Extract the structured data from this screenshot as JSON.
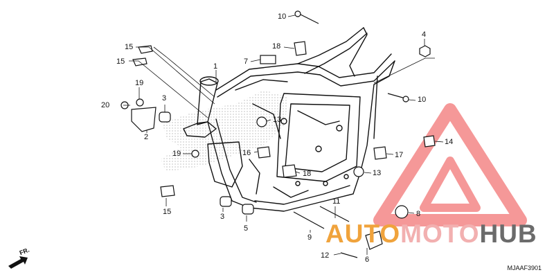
{
  "diagram": {
    "callouts": [
      {
        "id": "c1",
        "text": "1"
      },
      {
        "id": "c2",
        "text": "2"
      },
      {
        "id": "c3a",
        "text": "3"
      },
      {
        "id": "c3b",
        "text": "3"
      },
      {
        "id": "c4",
        "text": "4"
      },
      {
        "id": "c5",
        "text": "5"
      },
      {
        "id": "c6",
        "text": "6"
      },
      {
        "id": "c7",
        "text": "7"
      },
      {
        "id": "c8",
        "text": "8"
      },
      {
        "id": "c9",
        "text": "9"
      },
      {
        "id": "c10a",
        "text": "10"
      },
      {
        "id": "c10b",
        "text": "10"
      },
      {
        "id": "c11",
        "text": "11"
      },
      {
        "id": "c12",
        "text": "12"
      },
      {
        "id": "c13a",
        "text": "13"
      },
      {
        "id": "c13b",
        "text": "13"
      },
      {
        "id": "c14",
        "text": "14"
      },
      {
        "id": "c15a",
        "text": "15"
      },
      {
        "id": "c15b",
        "text": "15"
      },
      {
        "id": "c15c",
        "text": "15"
      },
      {
        "id": "c16",
        "text": "16"
      },
      {
        "id": "c17",
        "text": "17"
      },
      {
        "id": "c18a",
        "text": "18"
      },
      {
        "id": "c18b",
        "text": "18"
      },
      {
        "id": "c19a",
        "text": "19"
      },
      {
        "id": "c19b",
        "text": "19"
      },
      {
        "id": "c20",
        "text": "20"
      }
    ],
    "diagram_code": "MJAAF3901",
    "direction_label": "FR.",
    "watermark": {
      "part1": "AUTO",
      "part2": "MOTO",
      "part3": "HUB"
    },
    "colors": {
      "watermark_orange": "#f0a33c",
      "watermark_pink": "#f2b0b0",
      "watermark_gray": "#6b6b6b",
      "triangle_red": "#ee4444"
    }
  }
}
